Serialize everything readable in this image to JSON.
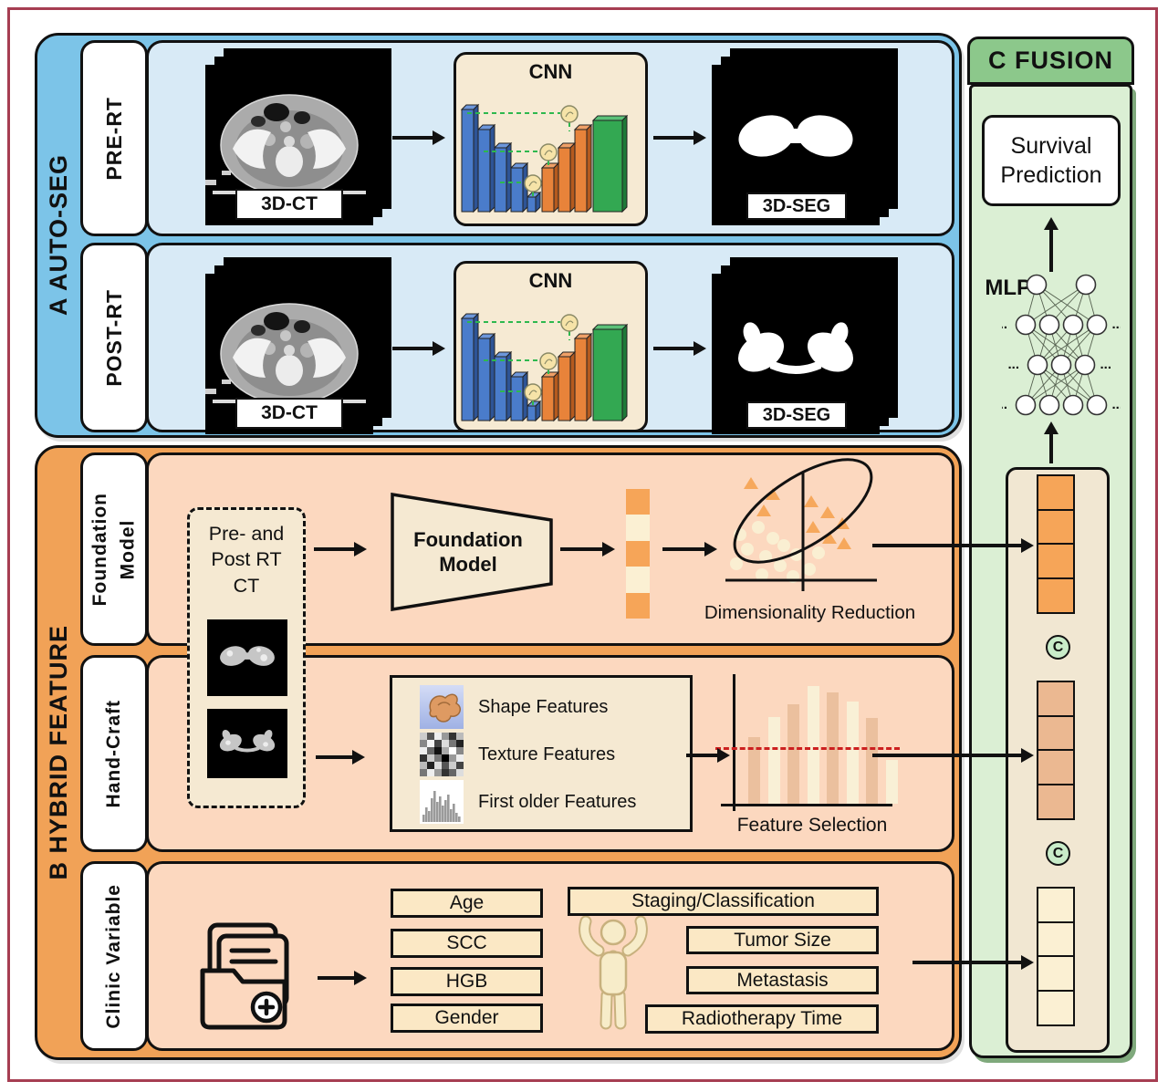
{
  "panel_a": {
    "title": "A  AUTO-SEG",
    "rows": [
      {
        "label": "PRE-RT",
        "input_label": "3D-CT",
        "model_label": "CNN",
        "output_label": "3D-SEG"
      },
      {
        "label": "POST-RT",
        "input_label": "3D-CT",
        "model_label": "CNN",
        "output_label": "3D-SEG"
      }
    ]
  },
  "panel_b": {
    "title": "B  HYBRID FEATURE",
    "foundation": {
      "row_label": "Foundation\nModel",
      "input_label": "Pre- and\nPost RT\nCT",
      "model_label": "Foundation\nModel",
      "plot_label": "Dimensionality Reduction"
    },
    "handcraft": {
      "row_label": "Hand-Craft",
      "features": [
        {
          "icon": "shape-icon",
          "label": "Shape Features"
        },
        {
          "icon": "texture-icon",
          "label": "Texture Features"
        },
        {
          "icon": "histogram-icon",
          "label": "First older Features"
        }
      ],
      "plot_label": "Feature Selection"
    },
    "clinic": {
      "row_label": "Clinic Variable",
      "variables_left": [
        "Age",
        "SCC",
        "HGB",
        "Gender"
      ],
      "variables_right": [
        "Staging/Classification",
        "Tumor Size",
        "Metastasis",
        "Radiotherapy Time"
      ]
    }
  },
  "panel_c": {
    "title": "C  FUSION",
    "output_label": "Survival\nPrediction",
    "mlp_label": "MLP",
    "ellipsis": "...",
    "concat_symbol": "C",
    "mlp_layers": [
      2,
      4,
      3,
      4
    ]
  },
  "feature_vector": {
    "cells": 5,
    "pattern": [
      "orange",
      "cream",
      "orange",
      "cream",
      "orange"
    ]
  },
  "fusion_stacks": {
    "foundation_cells": 4,
    "handcraft_cells": 4,
    "clinic_cells": 4
  },
  "feature_selection_chart": {
    "bar_heights": [
      0.52,
      0.68,
      0.78,
      0.92,
      0.87,
      0.8,
      0.67,
      0.34
    ],
    "bar_pattern": [
      "tan",
      "cream"
    ],
    "threshold": 0.44
  },
  "colors": {
    "frame_red": "#A63E52",
    "blue_band": "#7CC4E8",
    "blue_panel": "#D8EAF6",
    "orange_band": "#F1A257",
    "peach_panel": "#FCD8BF",
    "cream_box": "#F5E9D2",
    "green_header": "#8CC88B",
    "green_panel": "#DBEFD4",
    "fusion_inner_box": "#F1E7D2",
    "cell_orange": "#F6A558",
    "cell_tan": "#EBB891",
    "cell_cream": "#FBF0D3",
    "bar_tan": "#EBC09E",
    "bar_cream": "#F9F0D6",
    "threshold_red": "#CC2020",
    "concat_fill": "#C9ECC9"
  }
}
